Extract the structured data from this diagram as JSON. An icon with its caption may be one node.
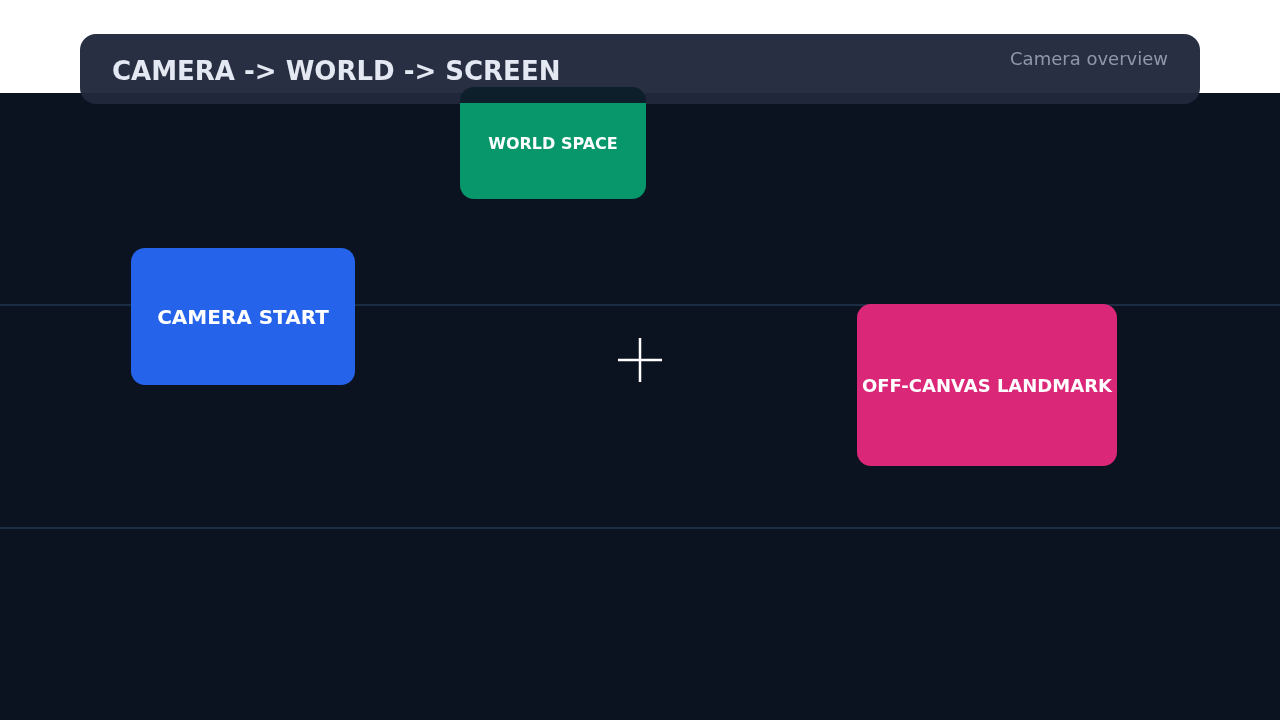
{
  "diagram": {
    "title": "CAMERA -> WORLD -> SCREEN",
    "nodes": [
      {
        "text": [
          "WORLD SPACE"
        ]
      },
      {
        "text": [
          "CAMERA START"
        ]
      },
      {
        "text": [
          "OFF-CANVAS LANDMARK"
        ]
      }
    ],
    "labels": [
      "Camera overview"
    ]
  }
}
